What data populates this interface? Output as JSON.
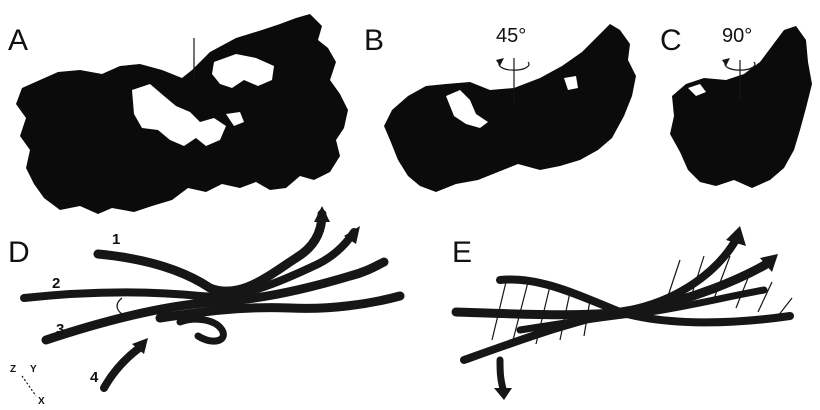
{
  "panels": {
    "a": {
      "letter": "A"
    },
    "b": {
      "letter": "B",
      "rotation": "45°"
    },
    "c": {
      "letter": "C",
      "rotation": "90°"
    },
    "d": {
      "letter": "D",
      "strands": [
        "1",
        "2",
        "3",
        "4"
      ],
      "axes": [
        "Z",
        "Y",
        "X"
      ]
    },
    "e": {
      "letter": "E"
    }
  },
  "colors": {
    "ink": "#0b0b0b",
    "background": "#ffffff"
  }
}
